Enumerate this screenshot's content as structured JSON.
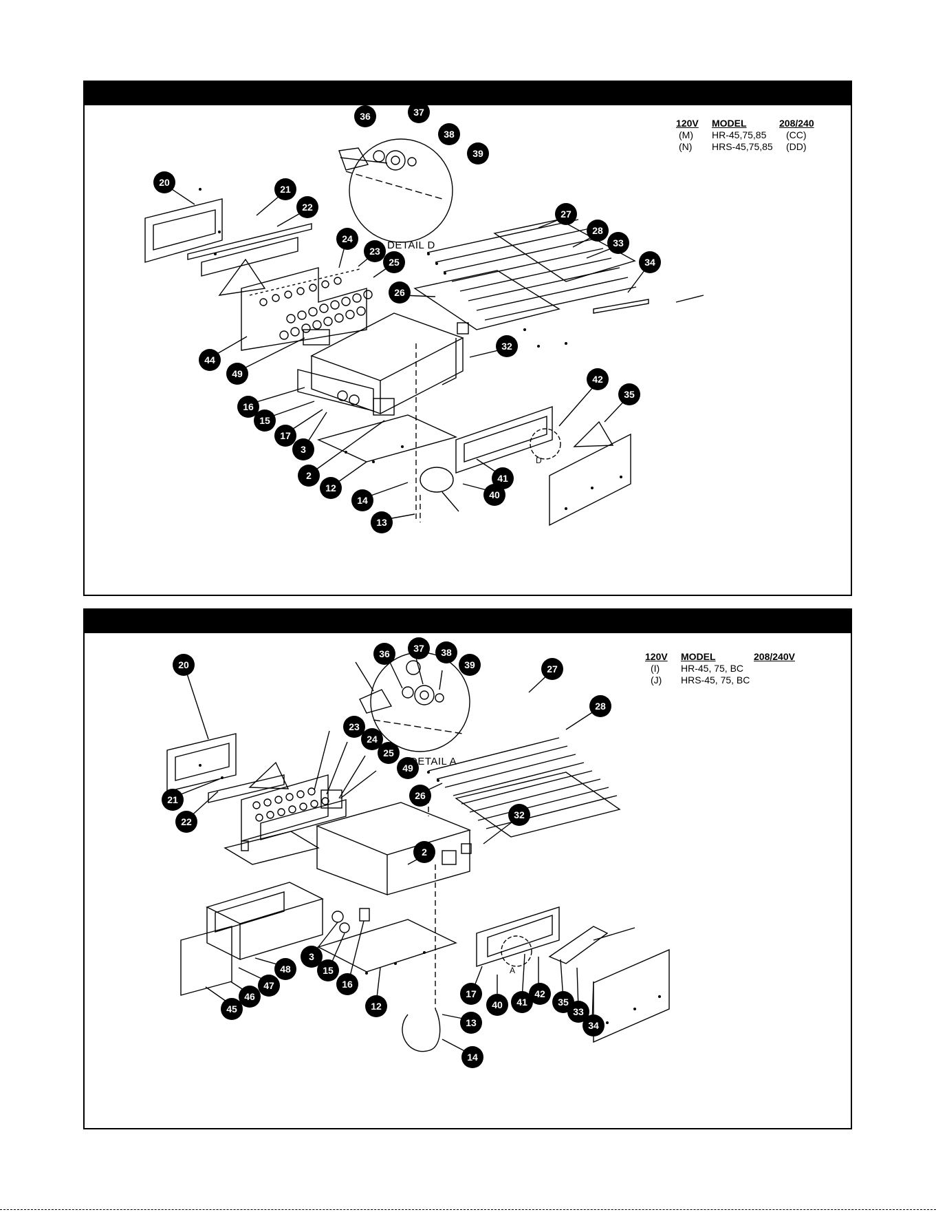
{
  "top_panel": {
    "table": {
      "headers": [
        "120V",
        "MODEL",
        "208/240"
      ],
      "rows": [
        [
          "(M)",
          "HR-45,75,85",
          "(CC)"
        ],
        [
          "(N)",
          "HRS-45,75,85",
          "(DD)"
        ]
      ]
    },
    "detail_label": "DETAIL D",
    "detail_marker": "D",
    "callouts": [
      "36",
      "37",
      "38",
      "39",
      "20",
      "21",
      "22",
      "24",
      "23",
      "25",
      "27",
      "28",
      "33",
      "34",
      "26",
      "44",
      "49",
      "32",
      "16",
      "15",
      "17",
      "3",
      "42",
      "35",
      "2",
      "12",
      "41",
      "14",
      "40",
      "13"
    ]
  },
  "bottom_panel": {
    "table": {
      "headers": [
        "120V",
        "MODEL",
        "208/240V"
      ],
      "rows": [
        [
          "(I)",
          "HR-45, 75, BC",
          ""
        ],
        [
          "(J)",
          "HRS-45, 75, BC",
          ""
        ]
      ]
    },
    "detail_label": "DETAIL A",
    "detail_marker": "A",
    "callouts": [
      "36",
      "37",
      "38",
      "39",
      "20",
      "27",
      "23",
      "24",
      "25",
      "49",
      "28",
      "26",
      "21",
      "22",
      "32",
      "2",
      "3",
      "15",
      "16",
      "48",
      "47",
      "46",
      "45",
      "12",
      "17",
      "40",
      "41",
      "42",
      "35",
      "33",
      "34",
      "13",
      "14"
    ]
  },
  "colors": {
    "ink": "#000000",
    "paper": "#ffffff"
  }
}
